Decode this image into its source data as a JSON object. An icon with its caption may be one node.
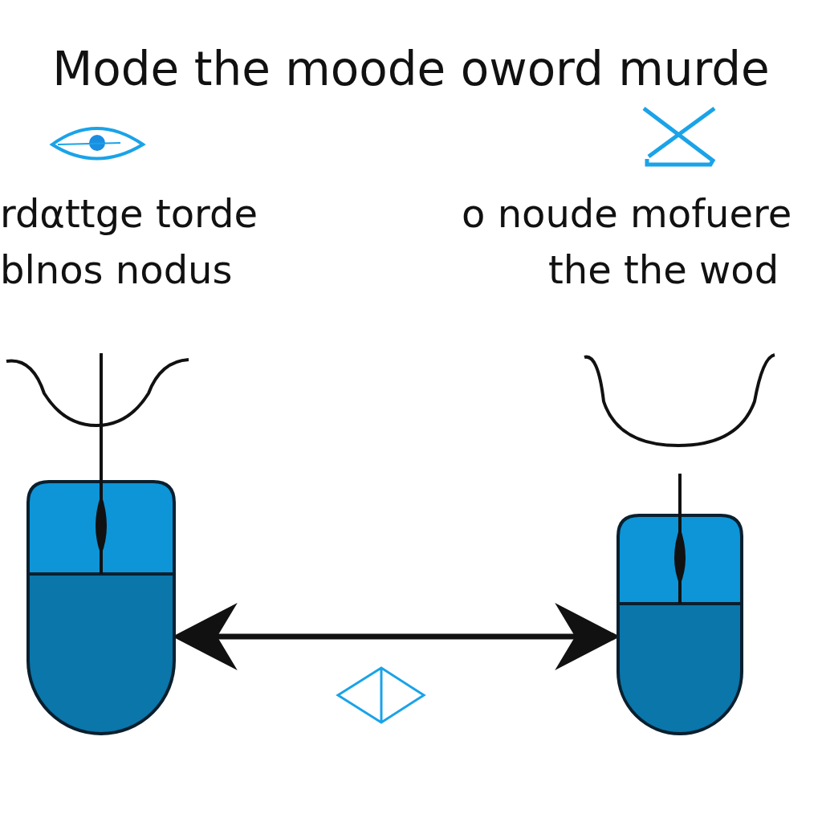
{
  "diagram": {
    "title": "Mode the moode oword murde",
    "nodes": [
      {
        "text": [],
        "shape": "picture"
      },
      {
        "text": [],
        "shape": "picture"
      }
    ],
    "edges": [
      {
        "from": 0,
        "to": 1,
        "arrow": "both"
      }
    ],
    "labels": [
      "rdαttge torde",
      "blnos nodus",
      "o noude mofuere",
      "the the wod"
    ]
  }
}
